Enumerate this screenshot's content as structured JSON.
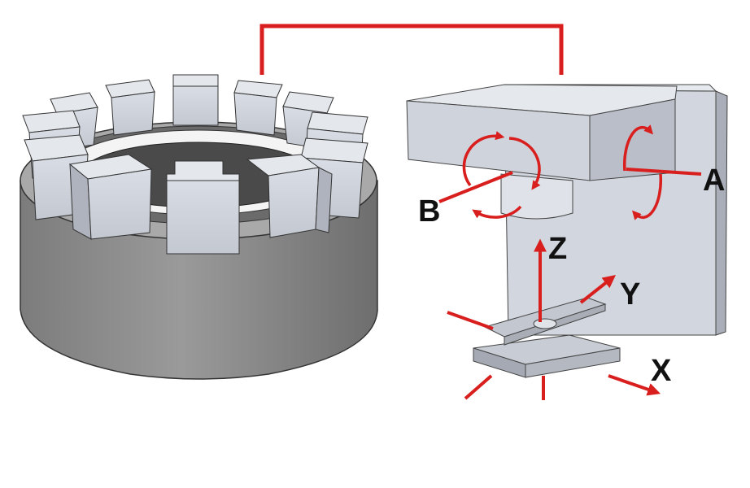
{
  "labels": {
    "axis_a": "A",
    "axis_b": "B",
    "axis_x": "X",
    "axis_y": "Y",
    "axis_z": "Z"
  },
  "colors": {
    "accent": "#d91e1e",
    "metal_light": "#d6dae2",
    "metal_mid": "#b9bec8",
    "metal_dark": "#9ca1ab",
    "drum": "#8c8c8c",
    "label": "#111111"
  },
  "icons": {
    "rotation_arrow": "circular-arrow-icon",
    "linear_arrow": "arrow-icon"
  }
}
